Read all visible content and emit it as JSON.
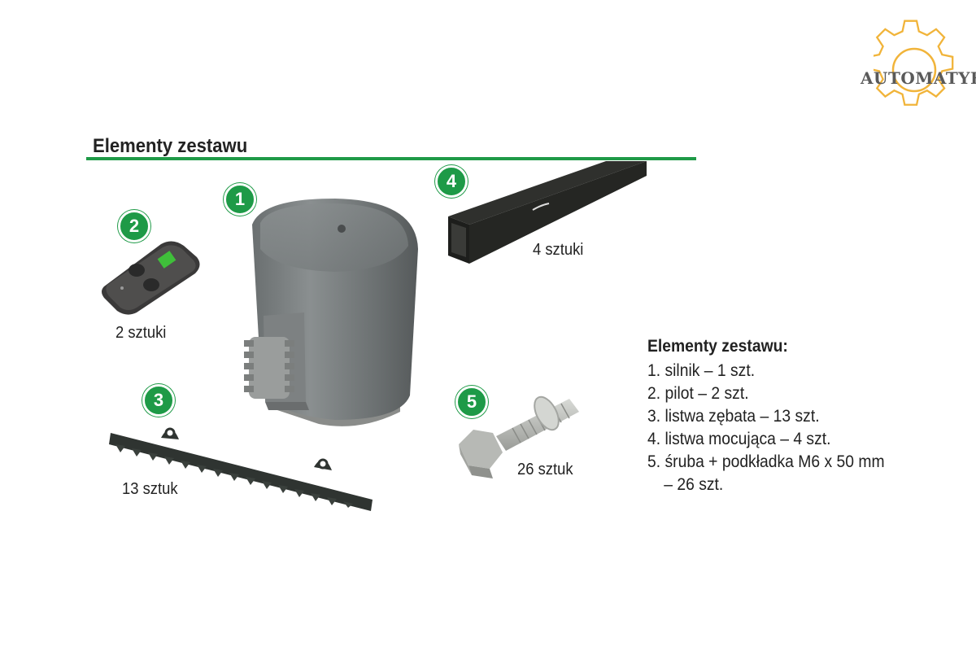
{
  "logo": {
    "text": "AUTOMATYKA",
    "color": "#f1b43a"
  },
  "section_title": "Elementy zestawu",
  "accent": "#1e9a47",
  "items": [
    {
      "number": "1",
      "name": "silnik"
    },
    {
      "number": "2",
      "name": "pilot",
      "quantity_label": "2 sztuki"
    },
    {
      "number": "3",
      "name": "listwa zębata",
      "quantity_label": "13 sztuk"
    },
    {
      "number": "4",
      "name": "listwa mocująca",
      "quantity_label": "4 sztuki"
    },
    {
      "number": "5",
      "name": "śruba + podkładka",
      "quantity_label": "26 sztuk"
    }
  ],
  "legend": {
    "title": "Elementy zestawu:",
    "lines": [
      "1. silnik – 1 szt.",
      "2. pilot – 2 szt.",
      "3. listwa zębata – 13 szt.",
      "4. listwa mocująca – 4 szt.",
      "5. śruba + podkładka M6 x 50 mm",
      "– 26 szt."
    ]
  }
}
